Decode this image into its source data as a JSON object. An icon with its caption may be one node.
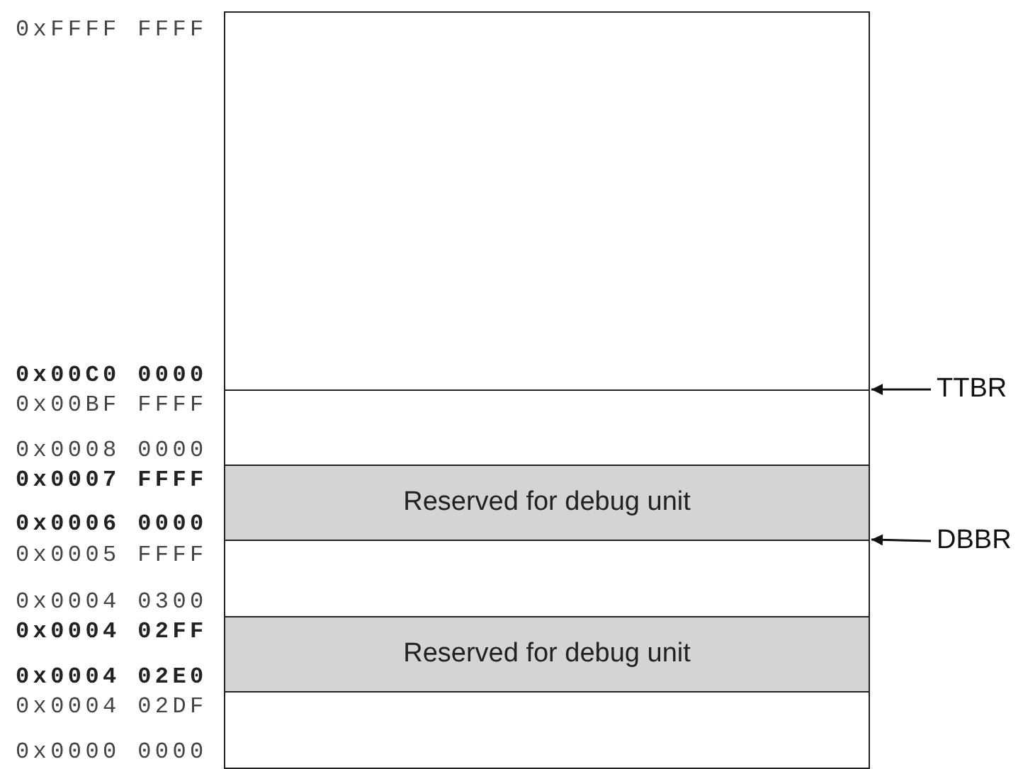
{
  "diagram": {
    "nodes": [
      {
        "text": [],
        "shape": "box"
      },
      {
        "text": [],
        "shape": "box"
      },
      {
        "text": [
          "Reserved for debug unit"
        ]
      },
      {
        "text": [],
        "shape": "box"
      },
      {
        "text": [
          "Reserved for debug unit"
        ]
      },
      {
        "text": [],
        "shape": "box"
      },
      {
        "text": [
          "TTBR"
        ]
      },
      {
        "text": [
          "DBBR"
        ]
      }
    ],
    "edges": [
      {
        "from": 6,
        "to": 1,
        "arrow": "to"
      },
      {
        "from": 7,
        "to": 3,
        "arrow": "to"
      }
    ],
    "labels": [
      "0xFFFF FFFF",
      "0x00C0 0000",
      "0x00BF FFFF",
      "0x0008 0000",
      "0x0007 FFFF",
      "0x0006 0000",
      "0x0005 FFFF",
      "0x0004 0300",
      "0x0004 02FF",
      "0x0004 02E0",
      "0x0004 02DF",
      "0x0000 0000"
    ]
  }
}
